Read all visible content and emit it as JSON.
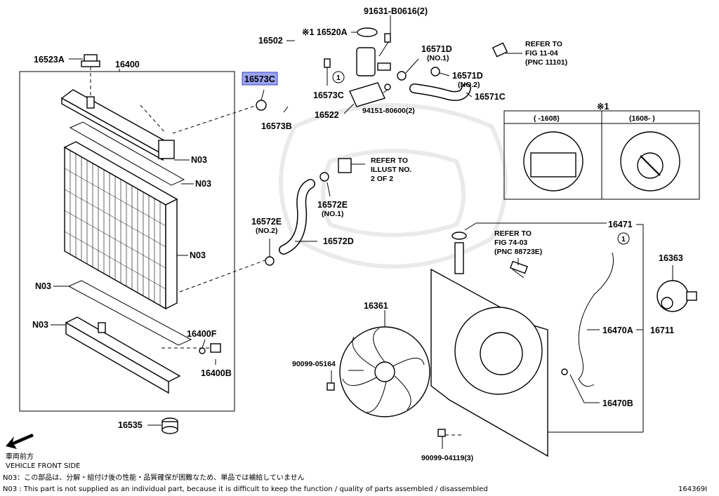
{
  "labels": {
    "p16523A": "16523A",
    "p16400": "16400",
    "n03_1": "N03",
    "n03_2": "N03",
    "n03_3": "N03",
    "n03_4": "N03",
    "n03_5": "N03",
    "p16400F": "16400F",
    "p16400B": "16400B",
    "p16535": "16535",
    "p16502": "16502",
    "p16520A": "※1 16520A",
    "p91631": "91631-B0616(2)",
    "p16573C_top": "16573C",
    "p16573B": "16573B",
    "p16573C": "16573C",
    "p16522": "16522",
    "p94151": "94151-80600(2)",
    "p16571D_1": "16571D",
    "p16571D_1n": "(NO.1)",
    "p16571D_2": "16571D",
    "p16571D_2n": "(NO.2)",
    "p16571C": "16571C",
    "ref1_1": "REFER TO",
    "ref1_2": "FIG 11-04",
    "ref1_3": "(PNC 11101)",
    "ref2_1": "REFER TO",
    "ref2_2": "ILLUST NO.",
    "ref2_3": "2 OF 2",
    "p16572E_1": "16572E",
    "p16572E_1n": "(NO.1)",
    "p16572E_2": "16572E",
    "p16572E_2n": "(NO.2)",
    "p16572D": "16572D",
    "p16471": "16471",
    "ref3_1": "REFER TO",
    "ref3_2": "FIG 74-03",
    "ref3_3": "(PNC 88723E)",
    "p16361": "16361",
    "p90099_05164": "90099-05164",
    "p90099_04119": "90099-04119(3)",
    "p16363": "16363",
    "p16470A": "16470A",
    "p16711": "16711",
    "p16470B": "16470B",
    "inset_mark": "※1",
    "inset_col1": "(  -1608)",
    "inset_col2": "(1608-  )",
    "circle1": "1",
    "circle2": "1"
  },
  "footer": {
    "front_jp": "車両前方",
    "front_en": "VEHICLE FRONT SIDE",
    "note_jp": "N03：この部品は、分解・組付け後の性能・品質確保が困難なため、単品では補給していません",
    "note_en": "N03 : This part is not supplied as an individual part, because it is difficult to keep the function / quality of parts assembled / disassembled",
    "figure_id": "164369I"
  },
  "highlight": {
    "part": "16573C",
    "color": "#9aa3f0"
  }
}
